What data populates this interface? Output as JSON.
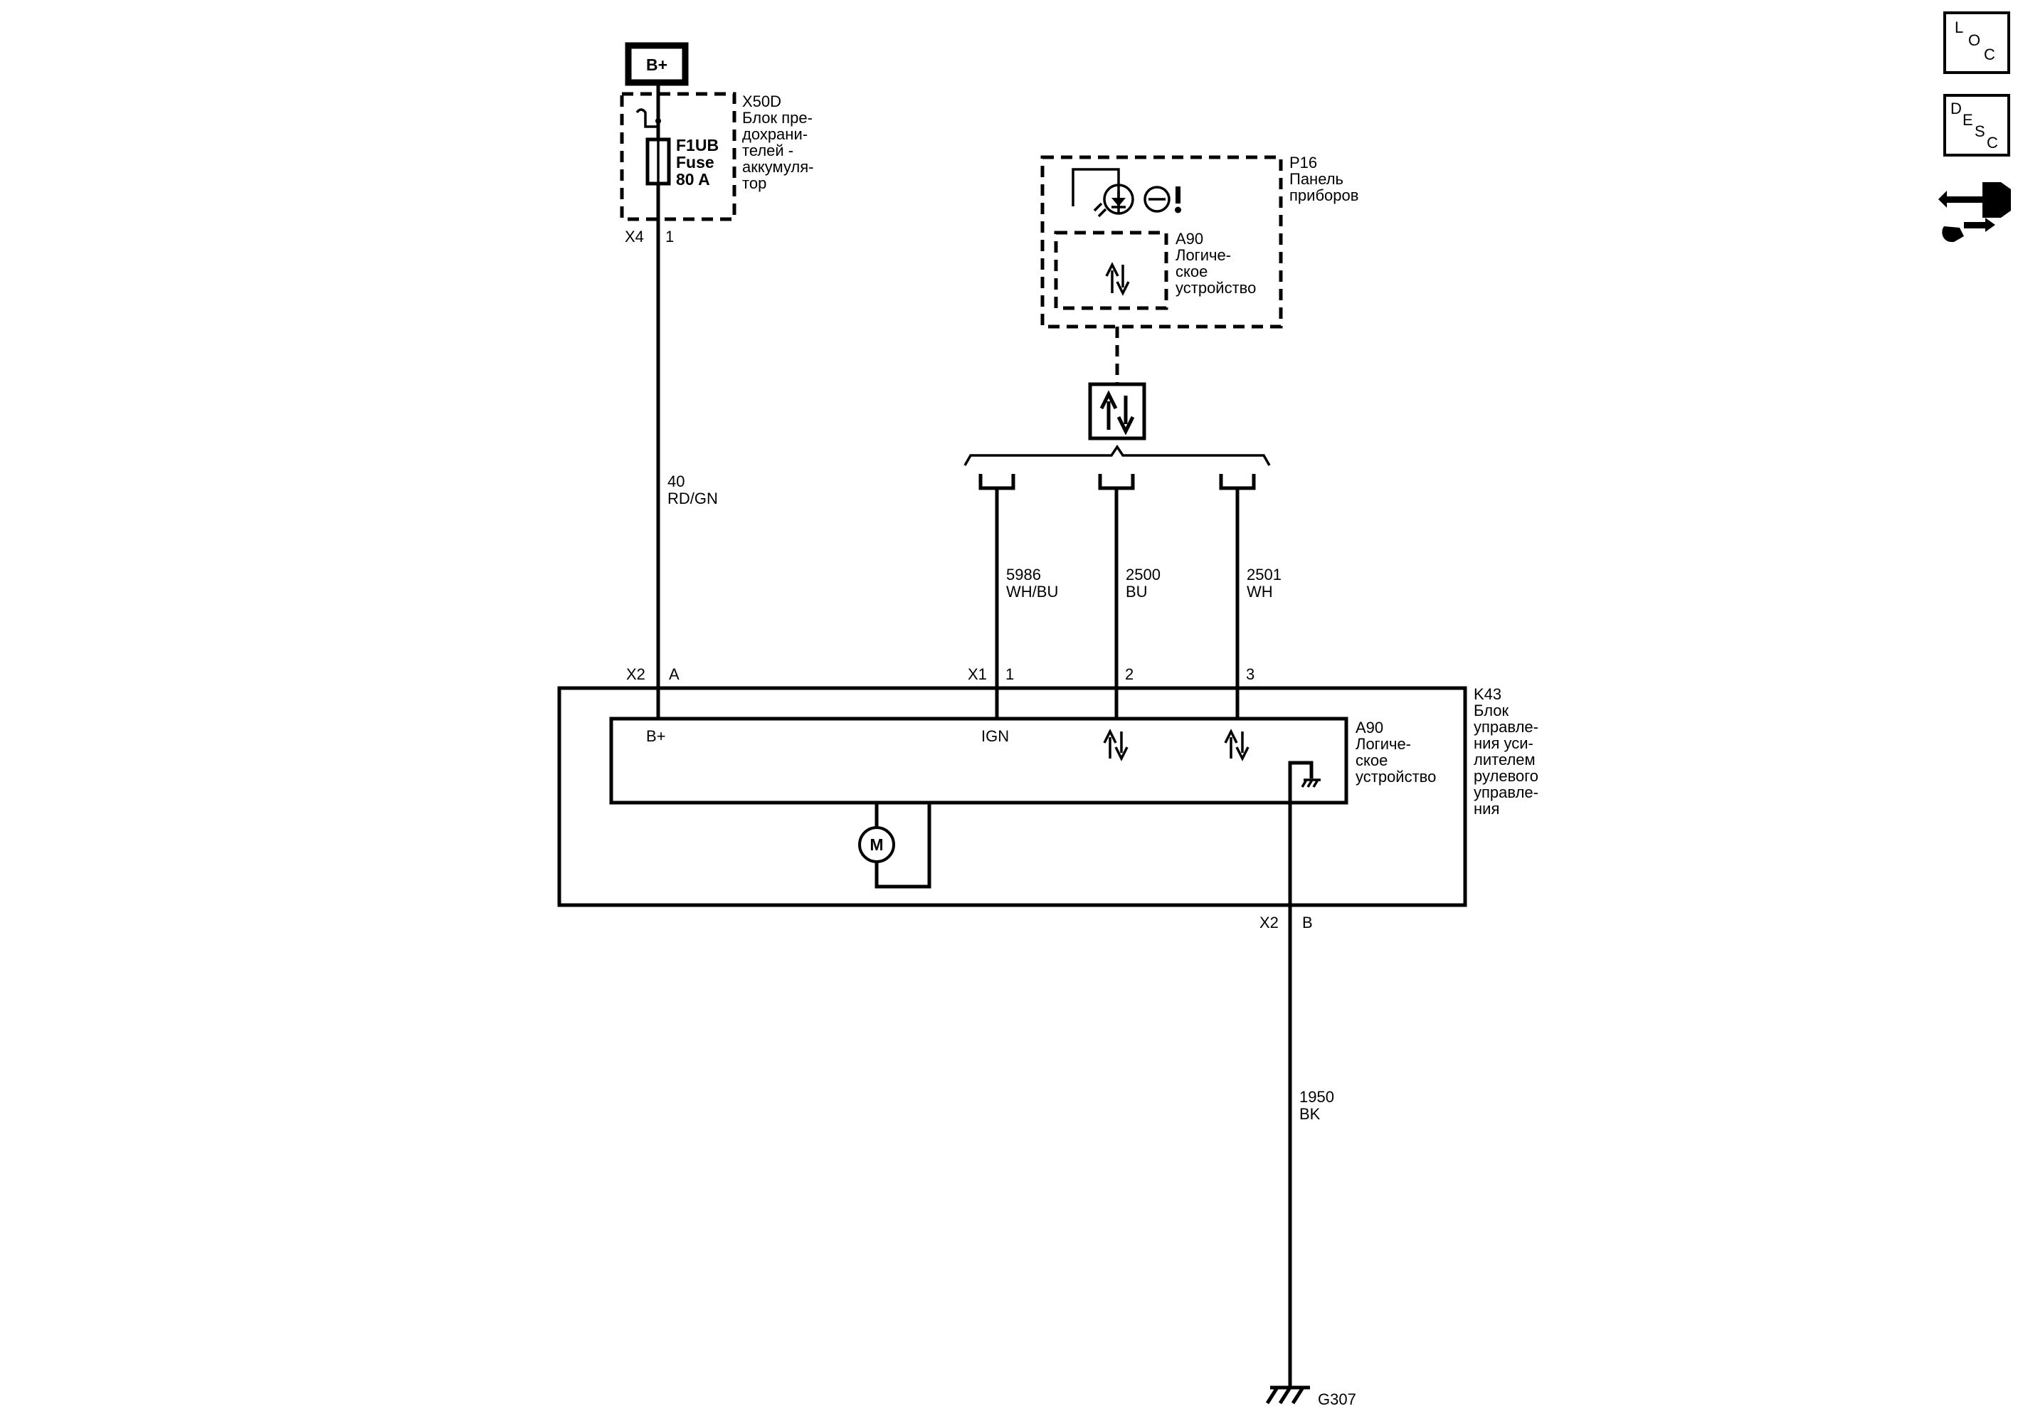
{
  "power": {
    "label": "B+"
  },
  "fuse_block": {
    "id": "X50D",
    "desc": [
      "Блок пре-",
      "дохрани-",
      "телей -",
      "аккумуля-",
      "тор"
    ],
    "fuse": [
      "F1UB",
      "Fuse",
      "80 A"
    ],
    "connector": "X4",
    "pin": "1"
  },
  "wire_b": {
    "circuit": "40",
    "color": "RD/GN"
  },
  "cluster": {
    "id": "P16",
    "desc": [
      "Панель",
      "приборов"
    ],
    "logic_id": "A90",
    "logic_desc": [
      "Логиче-",
      "ское",
      "устройство"
    ]
  },
  "wires": [
    {
      "circuit": "5986",
      "color": "WH/BU",
      "pin": "1"
    },
    {
      "circuit": "2500",
      "color": "BU",
      "pin": "2"
    },
    {
      "circuit": "2501",
      "color": "WH",
      "pin": "3"
    }
  ],
  "module": {
    "id": "K43",
    "desc": [
      "Блок",
      "управле-",
      "ния уси-",
      "лителем",
      "рулевого",
      "управле-",
      "ния"
    ],
    "logic_id": "A90",
    "logic_desc": [
      "Логиче-",
      "ское",
      "устройство"
    ],
    "conn_x2": "X2",
    "pin_a": "A",
    "conn_x1": "X1",
    "bplus": "B+",
    "ign": "IGN",
    "motor": "M",
    "pin_b": "B"
  },
  "ground_wire": {
    "circuit": "1950",
    "color": "BK"
  },
  "ground": {
    "id": "G307"
  },
  "side_icons": {
    "loc": {
      "l": "L",
      "o": "O",
      "c": "C"
    },
    "desc": {
      "d": "D",
      "e": "E",
      "s": "S",
      "c": "C"
    }
  }
}
